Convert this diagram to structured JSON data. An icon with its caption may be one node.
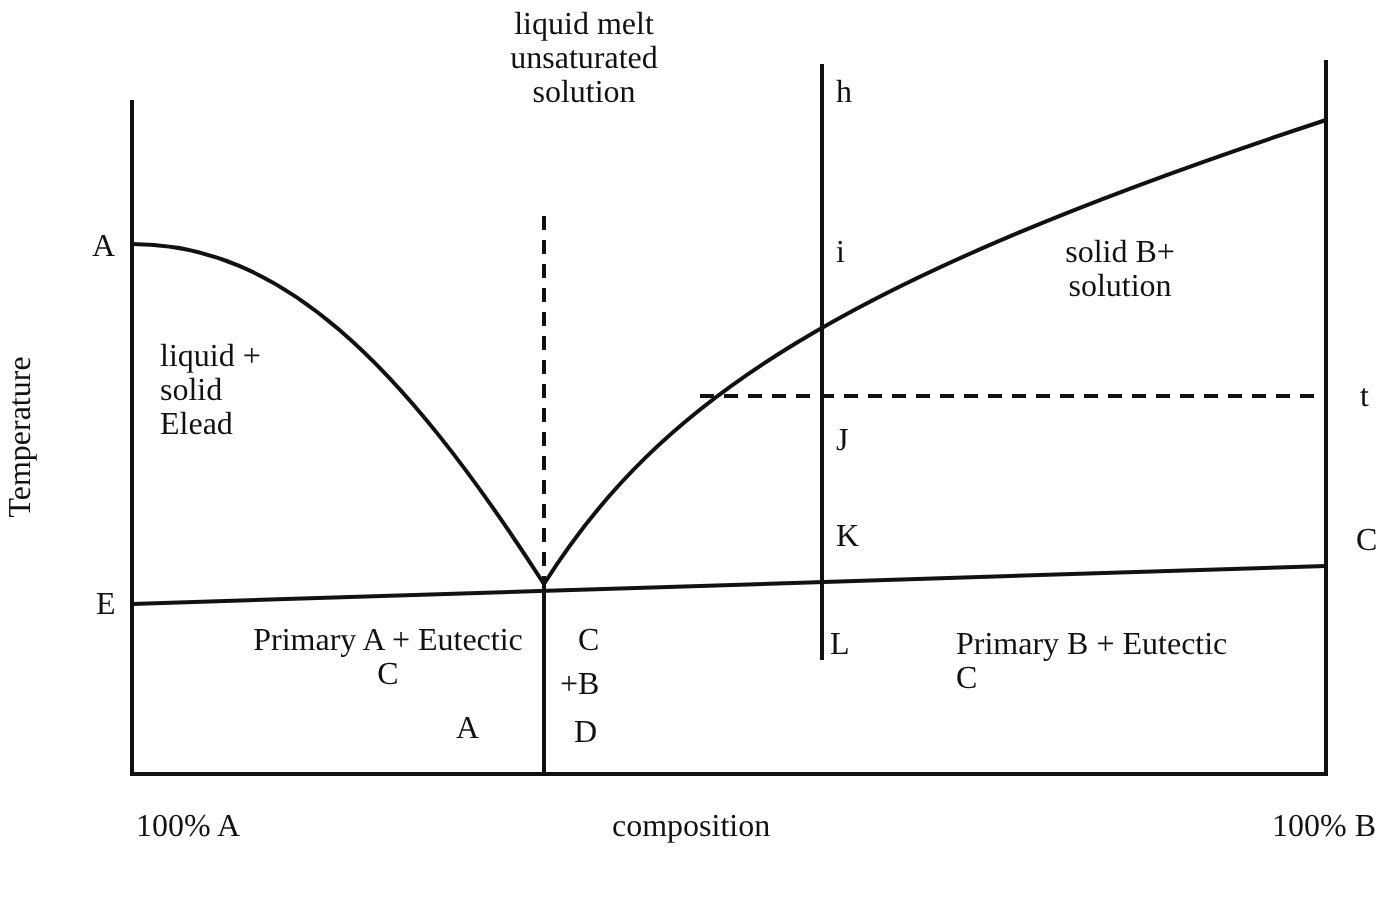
{
  "diagram": {
    "labels": [
      "liquid melt unsaturated solution",
      "h",
      "solid B+ solution",
      "A",
      "i",
      "liquid + solid Elead",
      "t",
      "J",
      "Temperature",
      "K",
      "C",
      "E",
      "Primary A + Eutectic C",
      "C",
      "+B",
      "L",
      "Primary B + Eutectic C",
      "A",
      "D",
      "100% A",
      "composition",
      "100% B"
    ]
  }
}
